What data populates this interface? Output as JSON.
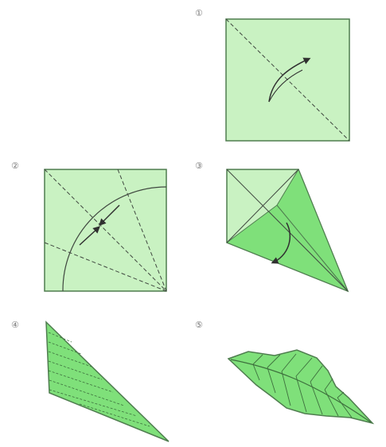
{
  "diagram": {
    "steps": [
      {
        "label": "①"
      },
      {
        "label": "②"
      },
      {
        "label": "③"
      },
      {
        "label": "④"
      },
      {
        "label": "⑤"
      }
    ],
    "colors": {
      "paper_light": "#c9f2c2",
      "paper_mid": "#7fe07a",
      "outline": "#4f7d4f",
      "fold_line": "#404840",
      "arrow": "#303030"
    }
  }
}
